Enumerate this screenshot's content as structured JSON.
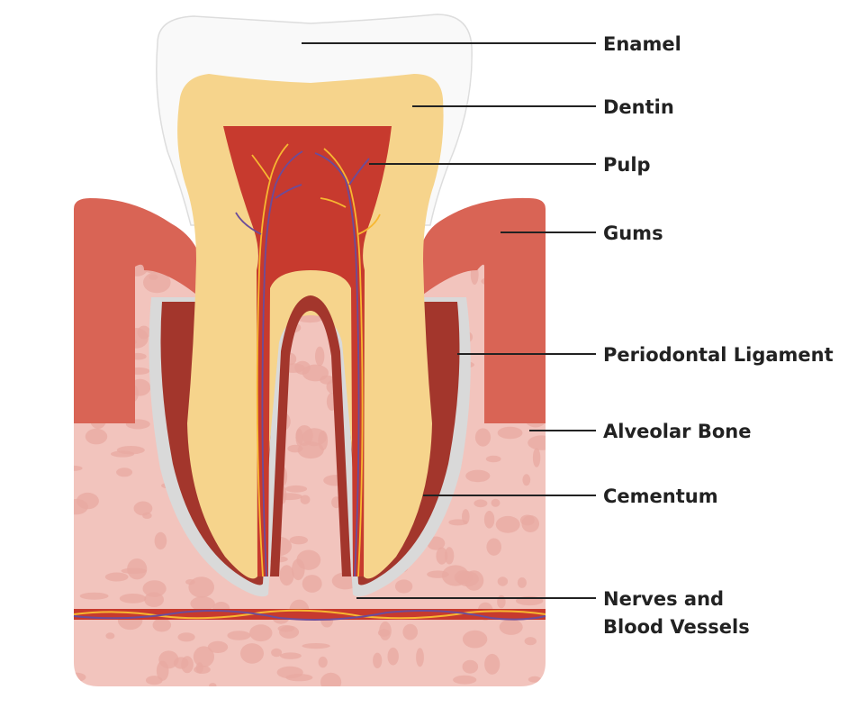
{
  "diagram": {
    "labels": [
      {
        "id": "enamel",
        "lines": [
          "Enamel"
        ]
      },
      {
        "id": "dentin",
        "lines": [
          "Dentin"
        ]
      },
      {
        "id": "pulp",
        "lines": [
          "Pulp"
        ]
      },
      {
        "id": "gums",
        "lines": [
          "Gums"
        ]
      },
      {
        "id": "periodontal-ligament",
        "lines": [
          "Periodontal Ligament"
        ]
      },
      {
        "id": "alveolar-bone",
        "lines": [
          "Alveolar Bone"
        ]
      },
      {
        "id": "cementum",
        "lines": [
          "Cementum"
        ]
      },
      {
        "id": "nerves-and-blood-vessels",
        "lines": [
          "Nerves and",
          "Blood Vessels"
        ]
      }
    ],
    "colors": {
      "bone_base": "#f2c4bd",
      "bone_holes": "#e8aaa2",
      "gums": "#d96455",
      "gum_shadow": "#c94d40",
      "enamel": "#f9f9f9",
      "dentin": "#f6d48c",
      "pulp": "#c73a2e",
      "ligament": "#d9d9d9",
      "root_edge": "#a3362c",
      "nerve_yellow": "#f7b731",
      "nerve_purple": "#6b4c9a",
      "leader_line": "#222222"
    }
  }
}
